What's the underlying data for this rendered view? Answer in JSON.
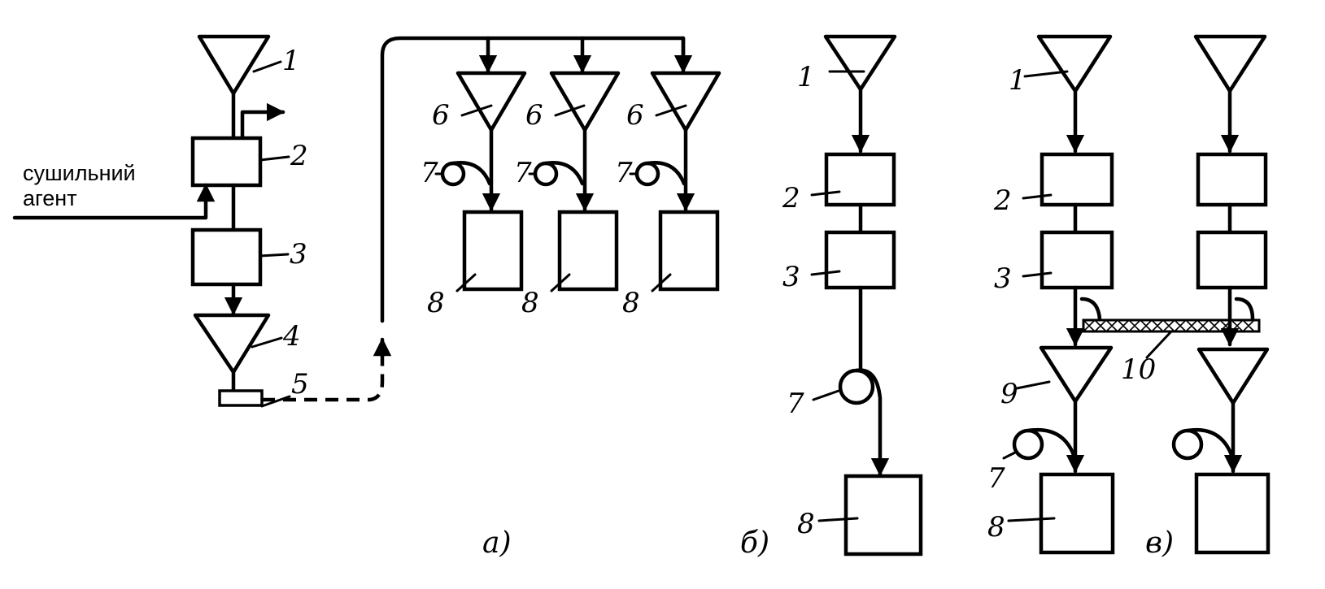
{
  "agent_label": {
    "line1": "сушильний",
    "line2": "агент"
  },
  "labels": {
    "a1": "1",
    "a2": "2",
    "a3": "3",
    "a4": "4",
    "a5": "5",
    "a6_1": "6",
    "a6_2": "6",
    "a6_3": "6",
    "a7_1": "7",
    "a7_2": "7",
    "a7_3": "7",
    "a8_1": "8",
    "a8_2": "8",
    "a8_3": "8",
    "b1": "1",
    "b2": "2",
    "b3": "3",
    "b7": "7",
    "b8": "8",
    "c1": "1",
    "c2": "2",
    "c3": "3",
    "c9": "9",
    "c10": "10",
    "c7": "7",
    "c8": "8"
  },
  "captions": {
    "a": "а)",
    "b": "б)",
    "c": "в)"
  }
}
